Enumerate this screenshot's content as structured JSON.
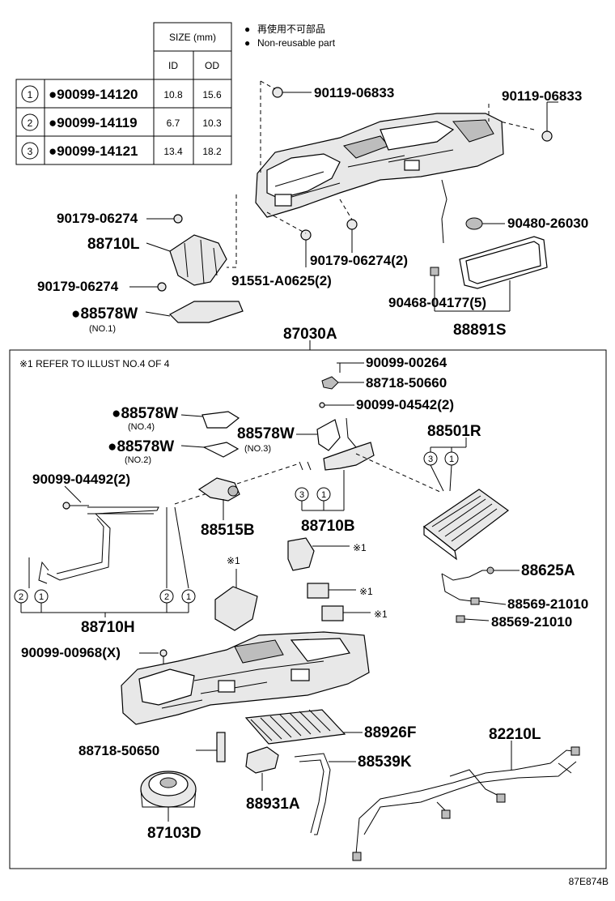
{
  "legend": {
    "bullet_symbol": "●",
    "line_jp": "再使用不可部品",
    "line_en": "Non-reusable part"
  },
  "size_table": {
    "title": "SIZE (mm)",
    "col_id": "ID",
    "col_od": "OD",
    "rows": [
      {
        "num": "1",
        "part": "●90099-14120",
        "id": "10.8",
        "od": "15.6"
      },
      {
        "num": "2",
        "part": "●90099-14119",
        "id": "6.7",
        "od": "10.3"
      },
      {
        "num": "3",
        "part": "●90099-14121",
        "id": "13.4",
        "od": "18.2"
      }
    ]
  },
  "labels": {
    "p90119_a": "90119-06833",
    "p90119_b": "90119-06833",
    "p90179_a": "90179-06274",
    "p88710L": "88710L",
    "p90179_b": "90179-06274",
    "p88578W_top": "●88578W",
    "no1": "(NO.1)",
    "p90480": "90480-26030",
    "p90179_c": "90179-06274(2)",
    "p91551": "91551-A0625(2)",
    "p90468": "90468-04177(5)",
    "p88891S": "88891S",
    "p87030A": "87030A",
    "refer": "※1 REFER TO ILLUST NO.4 OF 4",
    "p90099_00264": "90099-00264",
    "p88718_50660": "88718-50660",
    "p90099_04542": "90099-04542(2)",
    "p88578W_no4": "●88578W",
    "no4": "(NO.4)",
    "p88578W_no3": "88578W",
    "no3": "(NO.3)",
    "p88501R": "88501R",
    "p88578W_no2": "●88578W",
    "no2": "(NO.2)",
    "p90099_04492": "90099-04492(2)",
    "p88515B": "88515B",
    "p88710B": "88710B",
    "p88625A": "88625A",
    "p88710H": "88710H",
    "p88569_a": "88569-21010",
    "p88569_b": "88569-21010",
    "p90099_00968": "90099-00968(X)",
    "p88926F": "88926F",
    "p82210L": "82210L",
    "p88718_50650": "88718-50650",
    "p88539K": "88539K",
    "p88931A": "88931A",
    "p87103D": "87103D",
    "mark1": "※1",
    "mark2": "※1",
    "mark3": "※1",
    "mark4": "※1",
    "circle1": "1",
    "circle2": "2",
    "circle3": "3",
    "code": "87E874B"
  }
}
